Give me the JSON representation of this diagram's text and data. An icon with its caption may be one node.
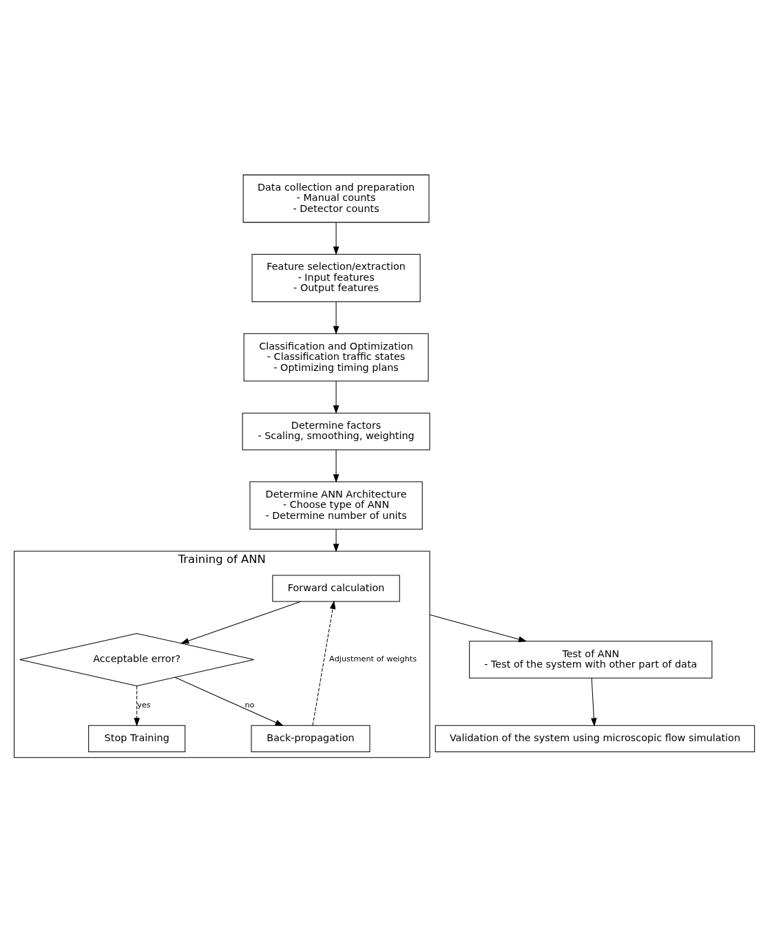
{
  "diagram": {
    "nodes": [
      {
        "text": [
          "Data collection and preparation",
          "- Manual counts",
          "- Detector counts"
        ]
      },
      {
        "text": [
          "Feature selection/extraction",
          "- Input features",
          "- Output features"
        ]
      },
      {
        "text": [
          "Classification and Optimization",
          "- Classification traffic states",
          "- Optimizing timing plans"
        ]
      },
      {
        "text": [
          "Determine factors",
          "- Scaling, smoothing, weighting"
        ]
      },
      {
        "text": [
          "Determine ANN Architecture",
          "- Choose type of ANN",
          "- Determine number of units"
        ]
      },
      {
        "text": [
          "Training of ANN"
        ]
      },
      {
        "text": [
          "Forward calculation"
        ],
        "in": 5
      },
      {
        "text": [
          "Acceptable error?"
        ],
        "in": 5
      },
      {
        "text": [
          "Back-propagation"
        ],
        "in": 5
      },
      {
        "text": [
          "Stop Training"
        ],
        "in": 5
      },
      {
        "text": [
          "Test of ANN",
          "- Test of the system with other part of data"
        ]
      },
      {
        "text": [
          "Validation of the system using microscopic flow simulation"
        ]
      }
    ],
    "edges": [
      {
        "from": 0,
        "to": 1,
        "arrow": "to"
      },
      {
        "from": 1,
        "to": 2,
        "arrow": "to"
      },
      {
        "from": 2,
        "to": 3,
        "arrow": "to"
      },
      {
        "from": 3,
        "to": 4,
        "arrow": "to"
      },
      {
        "from": 4,
        "to": 5,
        "arrow": "to"
      },
      {
        "from": 6,
        "to": 7,
        "arrow": "to"
      },
      {
        "from": 7,
        "to": 8,
        "arrow": "to",
        "label": "no"
      },
      {
        "from": 7,
        "to": 9,
        "arrow": "to",
        "label": "yes",
        "style": "dashed"
      },
      {
        "from": 8,
        "to": 6,
        "arrow": "to",
        "label": "Adjustment of weights",
        "style": "dashed"
      },
      {
        "from": 5,
        "to": 10,
        "arrow": "to"
      },
      {
        "from": 10,
        "to": 11,
        "arrow": "to"
      }
    ]
  }
}
